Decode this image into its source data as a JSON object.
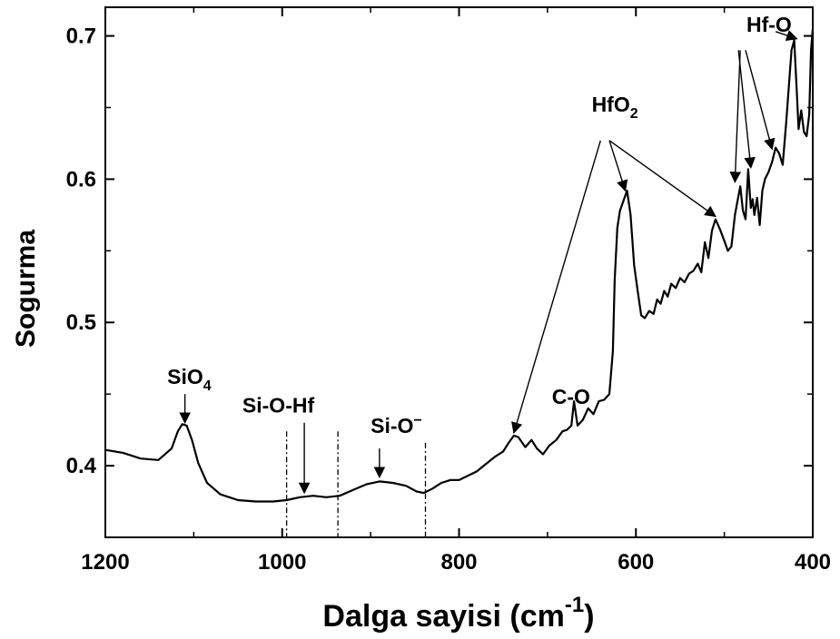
{
  "chart_data": {
    "type": "line",
    "xlabel": "Dalga sayisi (cm",
    "xlabel_superscript": "-1",
    "xlabel_close": ")",
    "ylabel": "Sogurma",
    "xlim": [
      1200,
      400
    ],
    "ylim": [
      0.35,
      0.72
    ],
    "x_reversed": true,
    "grid": false,
    "x_ticks": [
      1200,
      1000,
      800,
      600,
      400
    ],
    "x_tick_labels": [
      "1200",
      "1000",
      "800",
      "600",
      "400"
    ],
    "y_ticks": [
      0.4,
      0.5,
      0.6,
      0.7
    ],
    "y_tick_labels": [
      "0.4",
      "0.5",
      "0.6",
      "0.7"
    ],
    "series": [
      {
        "color": "#000000",
        "x": [
          1200,
          1180,
          1160,
          1140,
          1125,
          1118,
          1113,
          1108,
          1102,
          1095,
          1085,
          1070,
          1050,
          1030,
          1010,
          995,
          980,
          965,
          950,
          935,
          920,
          905,
          890,
          875,
          860,
          848,
          840,
          830,
          820,
          810,
          800,
          790,
          780,
          770,
          760,
          750,
          745,
          738,
          733,
          725,
          718,
          712,
          705,
          698,
          690,
          683,
          678,
          673,
          670,
          666,
          660,
          654,
          648,
          642,
          636,
          630,
          626,
          624,
          621,
          618,
          614,
          610,
          606,
          602,
          598,
          594,
          590,
          585,
          580,
          576,
          572,
          568,
          564,
          560,
          555,
          550,
          545,
          540,
          535,
          530,
          526,
          522,
          518,
          514,
          510,
          505,
          500,
          496,
          492,
          488,
          485,
          482,
          479,
          476,
          473,
          470,
          468,
          466,
          463,
          460,
          457,
          454,
          450,
          446,
          442,
          438,
          434,
          430,
          427,
          424,
          421,
          418,
          416,
          413,
          410,
          407,
          404,
          402,
          400
        ],
        "y": [
          0.411,
          0.409,
          0.405,
          0.404,
          0.412,
          0.424,
          0.429,
          0.428,
          0.418,
          0.402,
          0.388,
          0.38,
          0.376,
          0.375,
          0.375,
          0.376,
          0.378,
          0.379,
          0.378,
          0.379,
          0.383,
          0.387,
          0.389,
          0.388,
          0.386,
          0.382,
          0.381,
          0.384,
          0.388,
          0.39,
          0.39,
          0.393,
          0.396,
          0.401,
          0.406,
          0.41,
          0.415,
          0.421,
          0.42,
          0.413,
          0.418,
          0.412,
          0.408,
          0.414,
          0.418,
          0.424,
          0.425,
          0.428,
          0.445,
          0.428,
          0.432,
          0.44,
          0.436,
          0.445,
          0.446,
          0.45,
          0.48,
          0.53,
          0.566,
          0.578,
          0.585,
          0.592,
          0.575,
          0.54,
          0.522,
          0.505,
          0.503,
          0.508,
          0.506,
          0.516,
          0.513,
          0.522,
          0.518,
          0.527,
          0.524,
          0.531,
          0.528,
          0.534,
          0.536,
          0.541,
          0.535,
          0.556,
          0.545,
          0.564,
          0.572,
          0.565,
          0.557,
          0.55,
          0.553,
          0.575,
          0.585,
          0.595,
          0.578,
          0.572,
          0.607,
          0.58,
          0.586,
          0.575,
          0.587,
          0.568,
          0.592,
          0.6,
          0.605,
          0.612,
          0.622,
          0.618,
          0.61,
          0.64,
          0.665,
          0.69,
          0.697,
          0.66,
          0.635,
          0.648,
          0.633,
          0.63,
          0.645,
          0.69,
          0.705
        ]
      }
    ],
    "annotations": [
      {
        "text": "SiO",
        "sub": "4",
        "x": 1130,
        "y": 0.457,
        "arrow_to": [
          1110,
          0.43
        ],
        "arrow_from": [
          1110,
          0.45
        ]
      },
      {
        "text": "Si-O-Hf",
        "x": 1045,
        "y": 0.437,
        "arrow_to": [
          975,
          0.381
        ],
        "arrow_from": [
          975,
          0.43
        ]
      },
      {
        "text": "Si-O",
        "sup": "−",
        "x": 900,
        "y": 0.423,
        "arrow_to": [
          890,
          0.392
        ],
        "arrow_from": [
          890,
          0.412
        ]
      },
      {
        "text": "C-O",
        "x": 695,
        "y": 0.443
      },
      {
        "text": "HfO",
        "sub": "2",
        "x": 650,
        "y": 0.647
      },
      {
        "text": "Hf-O",
        "x": 475,
        "y": 0.703
      }
    ],
    "annotation_arrows": [
      {
        "from": [
          640,
          0.627
        ],
        "to": [
          738,
          0.423
        ]
      },
      {
        "from": [
          630,
          0.627
        ],
        "to": [
          612,
          0.592
        ]
      },
      {
        "from": [
          630,
          0.627
        ],
        "to": [
          510,
          0.574
        ]
      },
      {
        "from": [
          442,
          0.703
        ],
        "to": [
          418,
          0.698
        ]
      },
      {
        "from": [
          482,
          0.69
        ],
        "to": [
          488,
          0.598
        ]
      },
      {
        "from": [
          484,
          0.69
        ],
        "to": [
          470,
          0.608
        ]
      },
      {
        "from": [
          476,
          0.69
        ],
        "to": [
          446,
          0.621
        ]
      }
    ],
    "dashed_lines": [
      {
        "x": 995,
        "y0": 0.35,
        "y1": 0.424
      },
      {
        "x": 937,
        "y0": 0.35,
        "y1": 0.424
      },
      {
        "x": 838,
        "y0": 0.35,
        "y1": 0.416
      }
    ]
  }
}
